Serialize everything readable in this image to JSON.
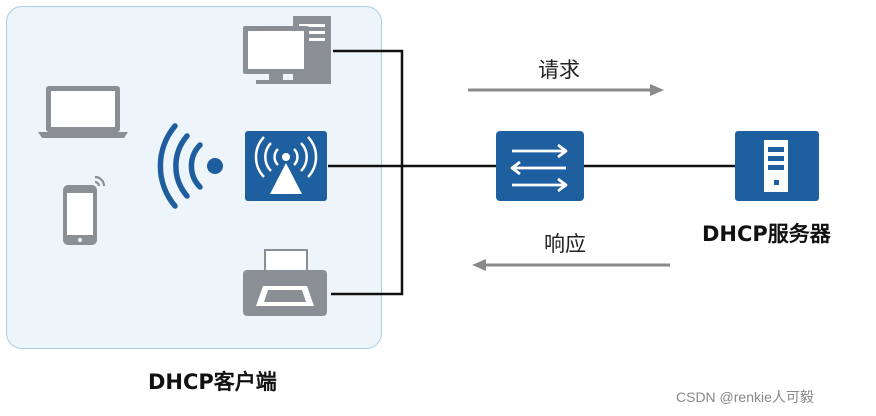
{
  "labels": {
    "client": "DHCP客户端",
    "server": "DHCP服务器",
    "request": "请求",
    "response": "响应",
    "watermark": "CSDN @renkie人可毅"
  },
  "colors": {
    "device_blue": "#1e5fa0",
    "device_gray": "#8a8f95",
    "wifi_blue": "#1f5e9e",
    "arrow_gray": "#8a8a8a",
    "zone_fill": "#edf5fb",
    "zone_border": "#a9cfe6"
  },
  "icons": [
    "laptop-icon",
    "smartphone-icon",
    "wifi-signal-icon",
    "desktop-pc-icon",
    "access-point-icon",
    "printer-icon",
    "switch-icon",
    "server-icon"
  ]
}
